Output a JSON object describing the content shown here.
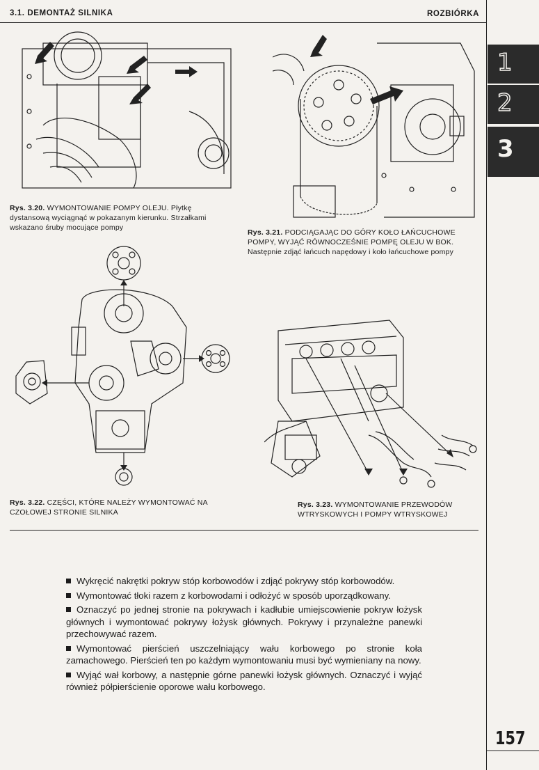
{
  "header": {
    "left": "3.1. DEMONTAŻ SILNIKA",
    "right": "ROZBIÓRKA"
  },
  "tabs": [
    "1",
    "2",
    "3"
  ],
  "figures": [
    {
      "label": "Rys. 3.20.",
      "title": "WYMONTOWANIE POMPY OLEJU.",
      "text": "Płytkę dystansową wyciągnąć w pokazanym kierunku. Strzałkami wskazano śruby mocujące pompy"
    },
    {
      "label": "Rys. 3.21.",
      "title": "PODCIĄGAJĄC DO GÓRY KOŁO ŁAŃCUCHOWE POMPY, WYJĄĆ RÓWNOCZEŚNIE POMPĘ OLEJU W BOK.",
      "text": "Następnie zdjąć łańcuch napędowy i koło łańcuchowe pompy"
    },
    {
      "label": "Rys. 3.22.",
      "title": "CZĘŚCI, KTÓRE NALEŻY WYMONTOWAĆ NA CZOŁOWEJ STRONIE SILNIKA",
      "text": ""
    },
    {
      "label": "Rys. 3.23.",
      "title": "WYMONTOWANIE PRZEWODÓW WTRYSKOWYCH I POMPY WTRYSKOWEJ",
      "text": ""
    }
  ],
  "bullets": [
    "Wykręcić nakrętki pokryw stóp korbowodów i zdjąć pokrywy stóp korbowodów.",
    "Wymontować tłoki razem z korbowodami i odłożyć w sposób uporządkowany.",
    "Oznaczyć po jednej stronie na pokrywach i kadłubie umiejscowienie pokryw łożysk głównych i wymontować pokrywy łożysk głównych. Pokrywy i przynależne panewki przechowywać razem.",
    "Wymontować pierścień uszczelniający wału korbowego po stronie koła zamachowego. Pierścień ten po każdym wymontowaniu musi być wymieniany na nowy.",
    "Wyjąć wał korbowy, a następnie górne panewki łożysk głównych. Oznaczyć i wyjąć również półpierścienie oporowe wału korbowego."
  ],
  "page_number": "157"
}
